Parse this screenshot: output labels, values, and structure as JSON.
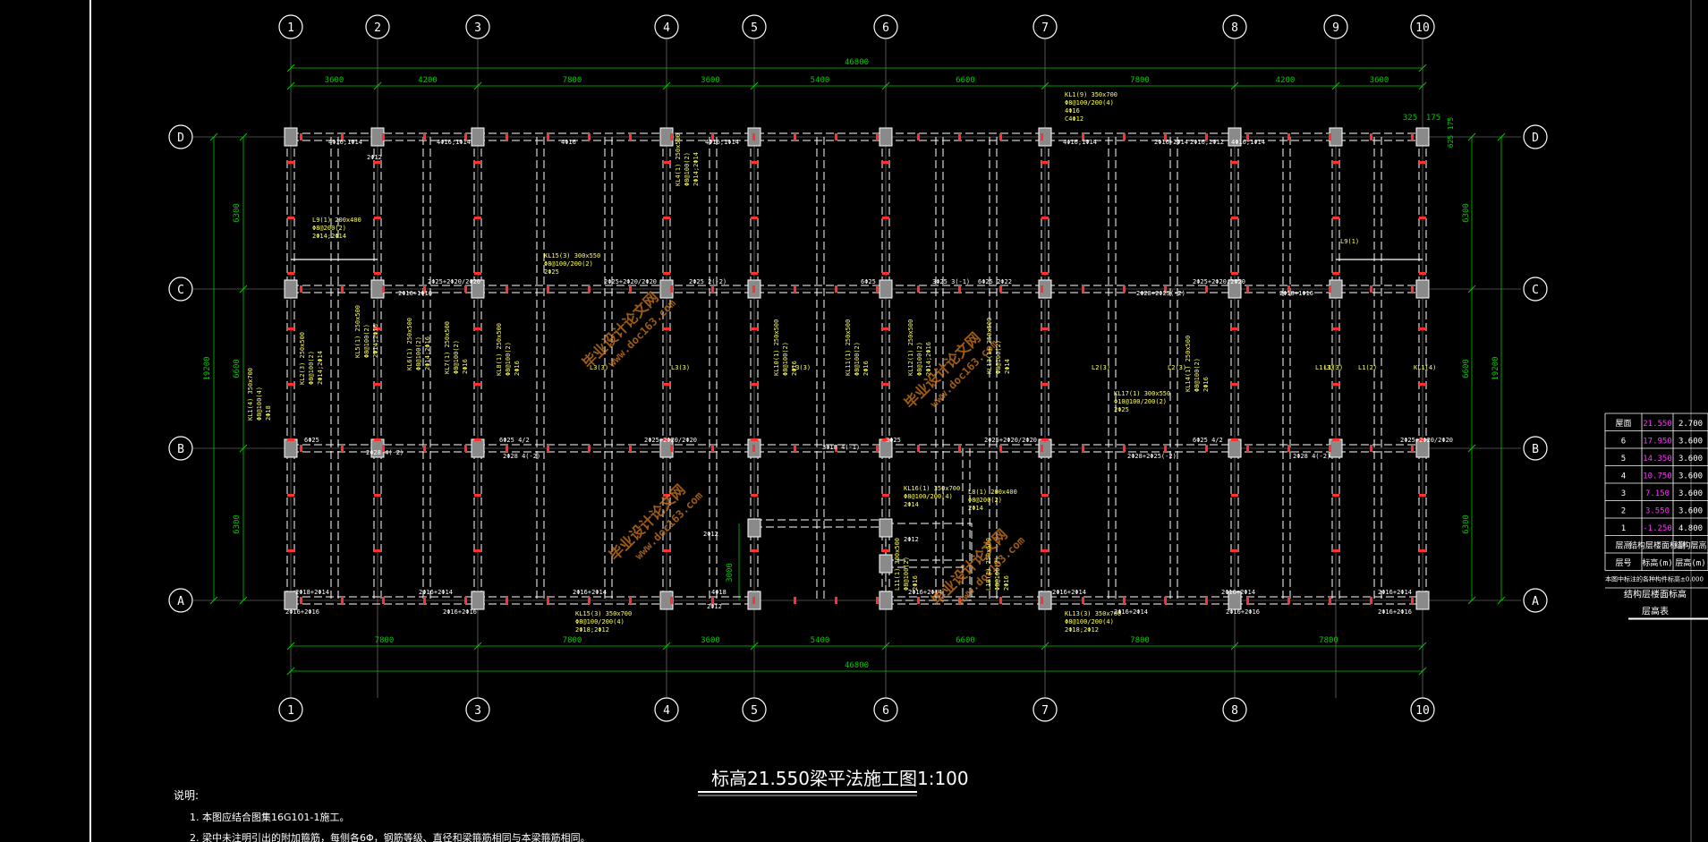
{
  "colors": {
    "background": "#000000",
    "grid_line": "#c8c8c8",
    "dim_line": "#00c800",
    "beam": "#ffffff",
    "annotation": "#ffff55",
    "rebar_mark": "#ff3030",
    "watermark": "#d27a1e",
    "highlight": "#ff33ff"
  },
  "axes": {
    "top_labels": [
      "1",
      "2",
      "3",
      "4",
      "5",
      "6",
      "7",
      "8",
      "9",
      "10"
    ],
    "bottom_labels": [
      "1",
      "3",
      "4",
      "5",
      "6",
      "7",
      "8",
      "10"
    ],
    "side_labels": [
      "D",
      "C",
      "B",
      "A"
    ]
  },
  "dimensions": {
    "top_total": "46800",
    "top_spans": [
      "3600",
      "4200",
      "7800",
      "3600",
      "5400",
      "6600",
      "7800",
      "4200",
      "3600"
    ],
    "bottom_total": "46800",
    "bottom_spans": [
      "7800",
      "7800",
      "3600",
      "5400",
      "6600",
      "7800",
      "7800"
    ],
    "left_total": "19200",
    "left_spans": [
      "6300",
      "6600",
      "6300"
    ],
    "right_total": "19200",
    "right_spans": [
      "6300",
      "6600",
      "6300"
    ],
    "corner_small": [
      "325",
      "175",
      "625",
      "175"
    ],
    "stair_dim": "3000"
  },
  "title": "标高21.550梁平法施工图1:100",
  "notes": {
    "heading": "说明:",
    "line1": "1. 本图应结合图集16G101-1施工。",
    "line2": "2. 梁中未注明引出的附加箍筋，每侧各6Φ，钢筋等级、直径和梁箍筋相同与本梁箍筋相同。"
  },
  "floor_table": {
    "header": [
      "屋面",
      "21.550",
      "2.700"
    ],
    "rows": [
      [
        "6",
        "17.950",
        "3.600"
      ],
      [
        "5",
        "14.350",
        "3.600"
      ],
      [
        "4",
        "10.750",
        "3.600"
      ],
      [
        "3",
        "7.150",
        "3.600"
      ],
      [
        "2",
        "3.550",
        "3.600"
      ],
      [
        "1",
        "-1.250",
        "4.800"
      ]
    ],
    "footer1": [
      "层号",
      "标高(m)",
      "层高(m)"
    ],
    "footer2": [
      "层高",
      "结构层楼面标高",
      "结构层高"
    ],
    "note": "本图中标注的各种构件标高±0.000",
    "caption_main": "结构层楼面标高",
    "caption_sub": "层高表"
  },
  "beam_labels": [
    "KL1(9) 350x700",
    "Φ8@100/200(4)",
    "4Φ16",
    "C4Φ12",
    "L9(1) 200x400",
    "Φ8@200(2)",
    "2Φ14;2Φ14",
    "KL15(3) 300x550",
    "Φ8@100/200(2)",
    "2Φ25",
    "KL4(1) 250x500",
    "Φ8@100(2)",
    "2Φ14;2Φ14",
    "KL2(3) 250x500",
    "Φ8@100(2)",
    "2Φ14;2Φ14",
    "KL5(1) 250x500",
    "Φ8@100(2)",
    "2Φ14;2Φ16",
    "KL6(1) 250x500",
    "Φ8@100(2)",
    "2Φ14;2Φ16",
    "KL7(1) 250x500",
    "Φ8@100(2)",
    "2Φ16",
    "KL8(1) 250x500",
    "Φ8@100(2)",
    "2Φ16",
    "KL10(1) 250x500",
    "Φ8@100(2)",
    "2Φ16",
    "KL11(1) 250x500",
    "Φ8@100(2)",
    "2Φ16",
    "KL12(1) 250x500",
    "Φ8@100(2)",
    "2Φ14;2Φ16",
    "KL13(1) 250x500",
    "Φ8@100(2)",
    "2Φ14",
    "KL14(1) 250x500",
    "Φ8@100(2)",
    "2Φ16",
    "KL17(1) 300x550",
    "Φ10@100/200(2)",
    "2Φ25",
    "KL16(1) 350x700",
    "Φ8@100/200(4)",
    "2Φ14",
    "L8(1) 200x400",
    "Φ8@200(2)",
    "2Φ14",
    "L10(1) 250x500",
    "Φ8@100(2)",
    "2Φ16",
    "L11(1) 300x500",
    "Φ8@100(2)",
    "2Φ16",
    "KL13(3) 350x700",
    "Φ8@100/200(4)",
    "2Φ18;2Φ12",
    "KL15(3) 350x700",
    "Φ8@100/200(4)",
    "2Φ18;2Φ12",
    "KL1(4) 350x700",
    "Φ8@100(4)",
    "2Φ18",
    "L9(1)",
    "L3(3)",
    "L3(3)",
    "L2(3)",
    "L2(3)",
    "L1(3)",
    "L1(2)",
    "KL1(4)",
    "L1(3)",
    "L3(3)"
  ],
  "beam_notes": [
    "4Φ16;1Φ14",
    "4Φ16;1Φ14",
    "4Φ16",
    "4Φ16;1Φ14",
    "4Φ16;1Φ14",
    "2Φ16;2Φ12",
    "2Φ16+2Φ14",
    "4Φ16;1Φ14",
    "2Φ25+2Φ20/2Φ20",
    "2Φ16+1Φ16",
    "2Φ25+2Φ20/2Φ20",
    "2Φ25 2(-2)",
    "6Φ25",
    "3Φ25 3(-1)",
    "6Φ25 2Φ22",
    "2Φ28+2Φ25(-2)",
    "2Φ25+2Φ20/2Φ20",
    "2Φ18+1Φ16",
    "6Φ25",
    "2Φ28 4(-2)",
    "6Φ25 4/2",
    "2Φ28 4(-2)",
    "2Φ25+2Φ20/2Φ20",
    "3Φ18 4(-1)",
    "3Φ25",
    "2Φ25+2Φ20/2Φ20",
    "2Φ28+2Φ25(-2)",
    "6Φ25 4/2",
    "2Φ28 4(-2)",
    "2Φ25+2Φ20/2Φ20",
    "2Φ18+2Φ14",
    "2Φ16+2Φ14",
    "2Φ16+2Φ14",
    "4Φ18",
    "2Φ16+2Φ14",
    "2Φ16+2Φ14",
    "2Φ16+2Φ14",
    "2Φ16+2Φ14",
    "2Φ16+2Φ16",
    "2Φ16+2Φ16",
    "2Φ16+2Φ14",
    "2Φ16+2Φ16",
    "2Φ16+2Φ16",
    "2Φ12",
    "2Φ12",
    "2Φ12",
    "2Φ12"
  ],
  "watermark": {
    "cn": "毕业设计论文网",
    "url": "www.doc163.com"
  }
}
